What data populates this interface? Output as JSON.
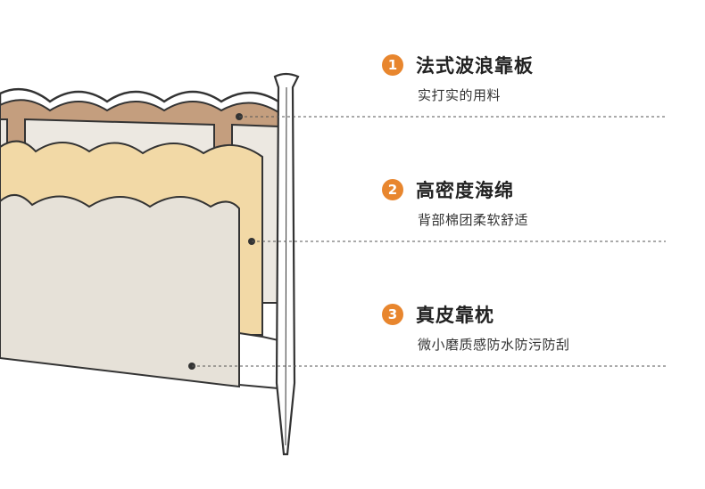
{
  "colors": {
    "accent": "#E8862E",
    "outline": "#333333",
    "frame_wood": "#C49E7E",
    "back_panel": "#ECE8E1",
    "foam": "#F2D9A6",
    "leather": "#E6E1D8",
    "guide_line": "#555555"
  },
  "callouts": [
    {
      "number": "1",
      "title": "法式波浪靠板",
      "subtitle": "实打实的用料"
    },
    {
      "number": "2",
      "title": "高密度海绵",
      "subtitle": "背部棉团柔软舒适"
    },
    {
      "number": "3",
      "title": "真皮靠枕",
      "subtitle": "微小磨质感防水防污防刮"
    }
  ]
}
